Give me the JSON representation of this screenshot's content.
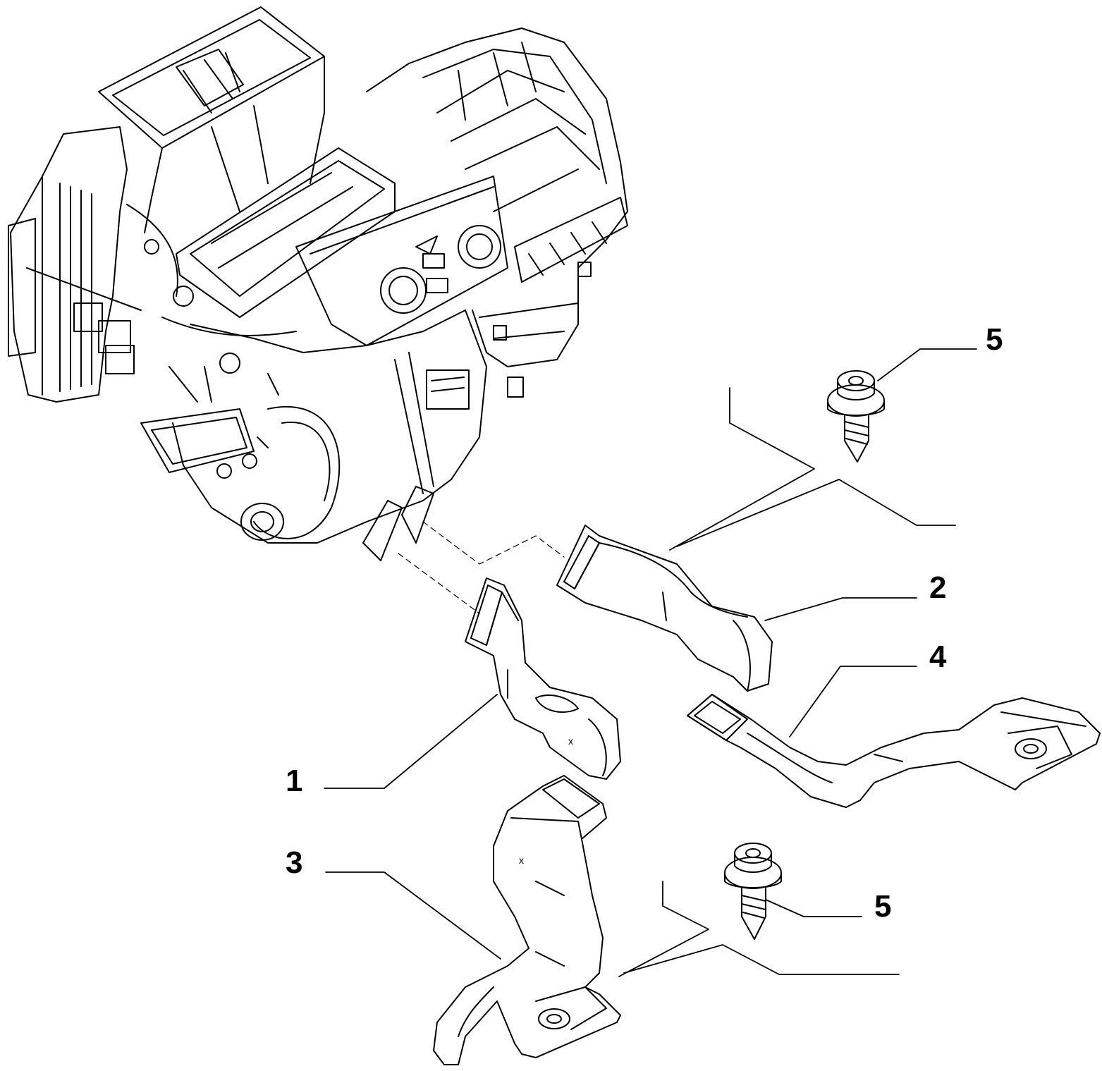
{
  "callouts": {
    "part_1": "1",
    "part_2": "2",
    "part_3": "3",
    "part_4": "4",
    "part_5_upper": "5",
    "part_5_lower": "5"
  },
  "marks": {
    "duct_1_x": "x",
    "duct_3_x": "x"
  },
  "colors": {
    "line": "#000000",
    "background": "#ffffff"
  }
}
